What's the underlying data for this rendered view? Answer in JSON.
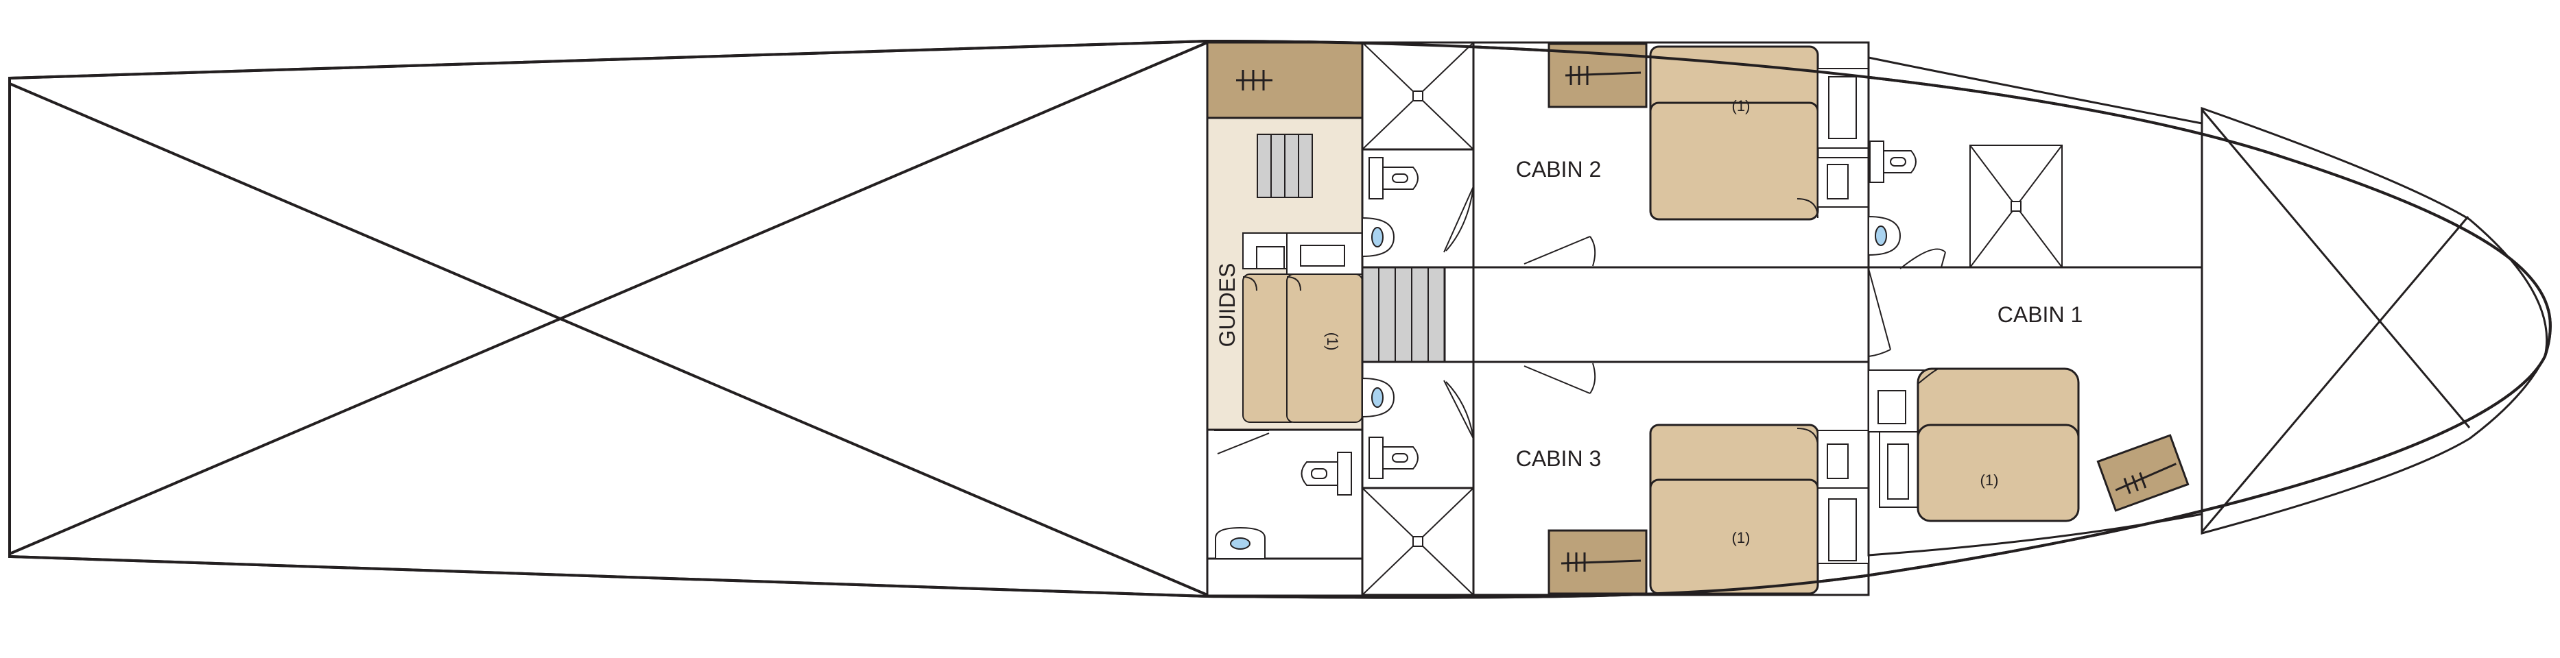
{
  "colors": {
    "floor": "#efe6d6",
    "bed": "#dbc4a0",
    "wardrobe": "#bca27a",
    "stairs": "#cfcfcf",
    "line": "#231f20",
    "basin": "#a9d3f0"
  },
  "rooms": {
    "guides": "GUIDES",
    "cabin1": "CABIN 1",
    "cabin2": "CABIN 2",
    "cabin3": "CABIN 3"
  },
  "beds": {
    "guides": "(1)",
    "cabin1": "(1)",
    "cabin2": "(1)",
    "cabin3": "(1)"
  }
}
